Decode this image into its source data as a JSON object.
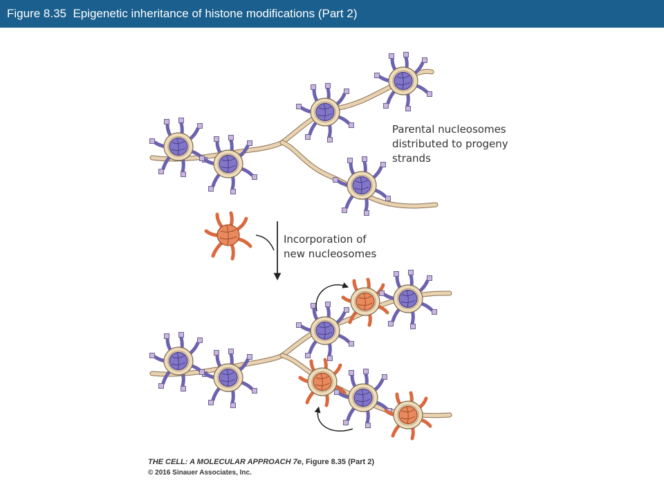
{
  "header": {
    "title": "Figure 8.35  Epigenetic inheritance of histone modifications (Part 2)",
    "background_color": "#1a5f8e",
    "text_color": "#ffffff"
  },
  "diagram": {
    "label_parental": [
      "Parental nucleosomes",
      "distributed to progeny",
      "strands"
    ],
    "label_incorporation": [
      "Incorporation of",
      "new nucleosomes"
    ],
    "colors": {
      "parental_nucleosome": "#7a6fbf",
      "new_nucleosome": "#e07a52",
      "modification_tag": "#c9b8dc",
      "dna_strand": "#e8d2b2"
    }
  },
  "credit": {
    "book_title": "THE CELL: A MOLECULAR APPROACH 7e",
    "figure_ref": ", Figure 8.35 (Part 2)",
    "copyright": "© 2016 Sinauer Associates, Inc."
  }
}
